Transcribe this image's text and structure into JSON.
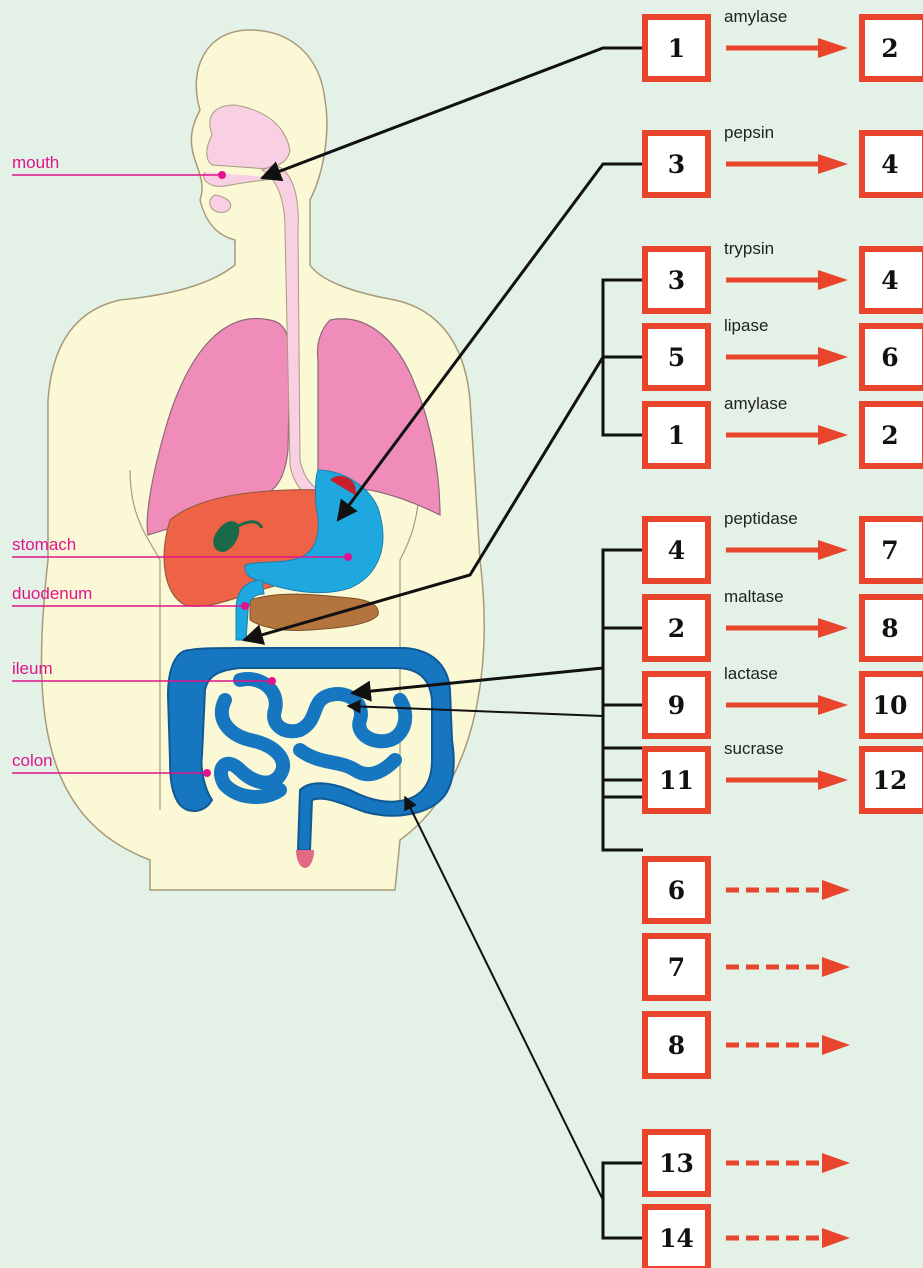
{
  "organs": {
    "mouth": "mouth",
    "stomach": "stomach",
    "duodenum": "duodenum",
    "ileum": "ileum",
    "colon": "colon"
  },
  "rows": [
    {
      "left": "1",
      "enzyme": "amylase",
      "right": "2"
    },
    {
      "left": "3",
      "enzyme": "pepsin",
      "right": "4"
    },
    {
      "left": "3",
      "enzyme": "trypsin",
      "right": "4"
    },
    {
      "left": "5",
      "enzyme": "lipase",
      "right": "6"
    },
    {
      "left": "1",
      "enzyme": "amylase",
      "right": "2"
    },
    {
      "left": "4",
      "enzyme": "peptidase",
      "right": "7"
    },
    {
      "left": "2",
      "enzyme": "maltase",
      "right": "8"
    },
    {
      "left": "9",
      "enzyme": "lactase",
      "right": "10"
    },
    {
      "left": "11",
      "enzyme": "sucrase",
      "right": "12"
    },
    {
      "left": "6"
    },
    {
      "left": "7"
    },
    {
      "left": "8"
    },
    {
      "left": "13"
    },
    {
      "left": "14"
    }
  ],
  "colors": {
    "background": "#e3f1e6",
    "organ_label": "#e0148c",
    "box_border": "#e8452c",
    "arrow": "#e8452c"
  }
}
